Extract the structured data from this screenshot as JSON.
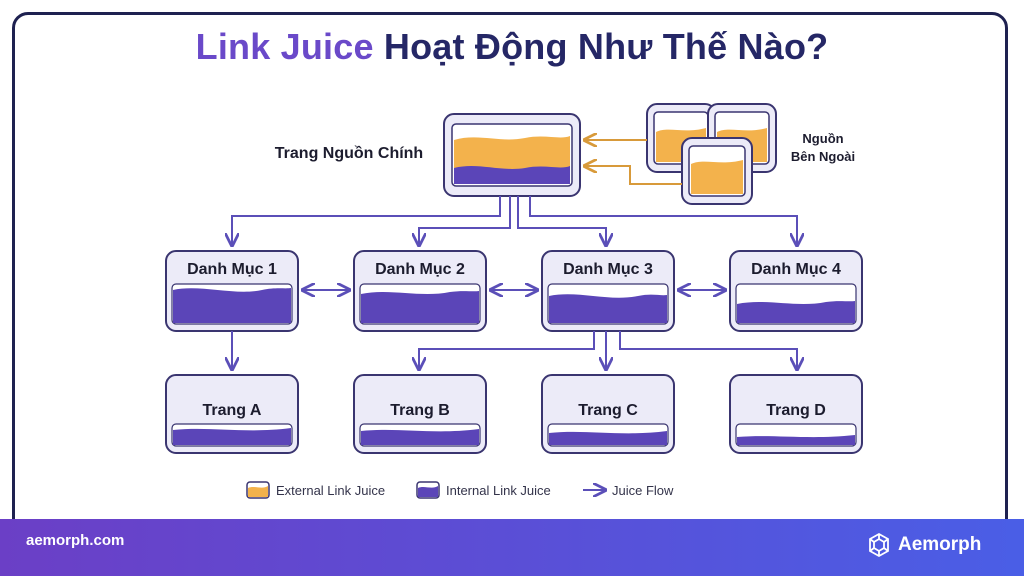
{
  "title": {
    "part1": "Link Juice",
    "part2": "Hoạt Động Như Thế Nào?"
  },
  "source": {
    "label": "Trang Nguồn Chính"
  },
  "external": {
    "label_line1": "Nguồn",
    "label_line2": "Bên Ngoài"
  },
  "categories": [
    "Danh Mục 1",
    "Danh Mục 2",
    "Danh Mục 3",
    "Danh Mục 4"
  ],
  "pages": [
    "Trang A",
    "Trang B",
    "Trang C",
    "Trang D"
  ],
  "legend": {
    "external": "External Link Juice",
    "internal": "Internal Link Juice",
    "flow": "Juice Flow"
  },
  "footer": {
    "url": "aemorph.com",
    "brand": "Aemorph"
  },
  "colors": {
    "title_accent": "#6a49c9",
    "title_dark": "#252766",
    "juice_external": "#f3b24c",
    "juice_internal": "#5b45b8",
    "arrow": "#5b4fb8",
    "external_arrow": "#d89a3a"
  }
}
